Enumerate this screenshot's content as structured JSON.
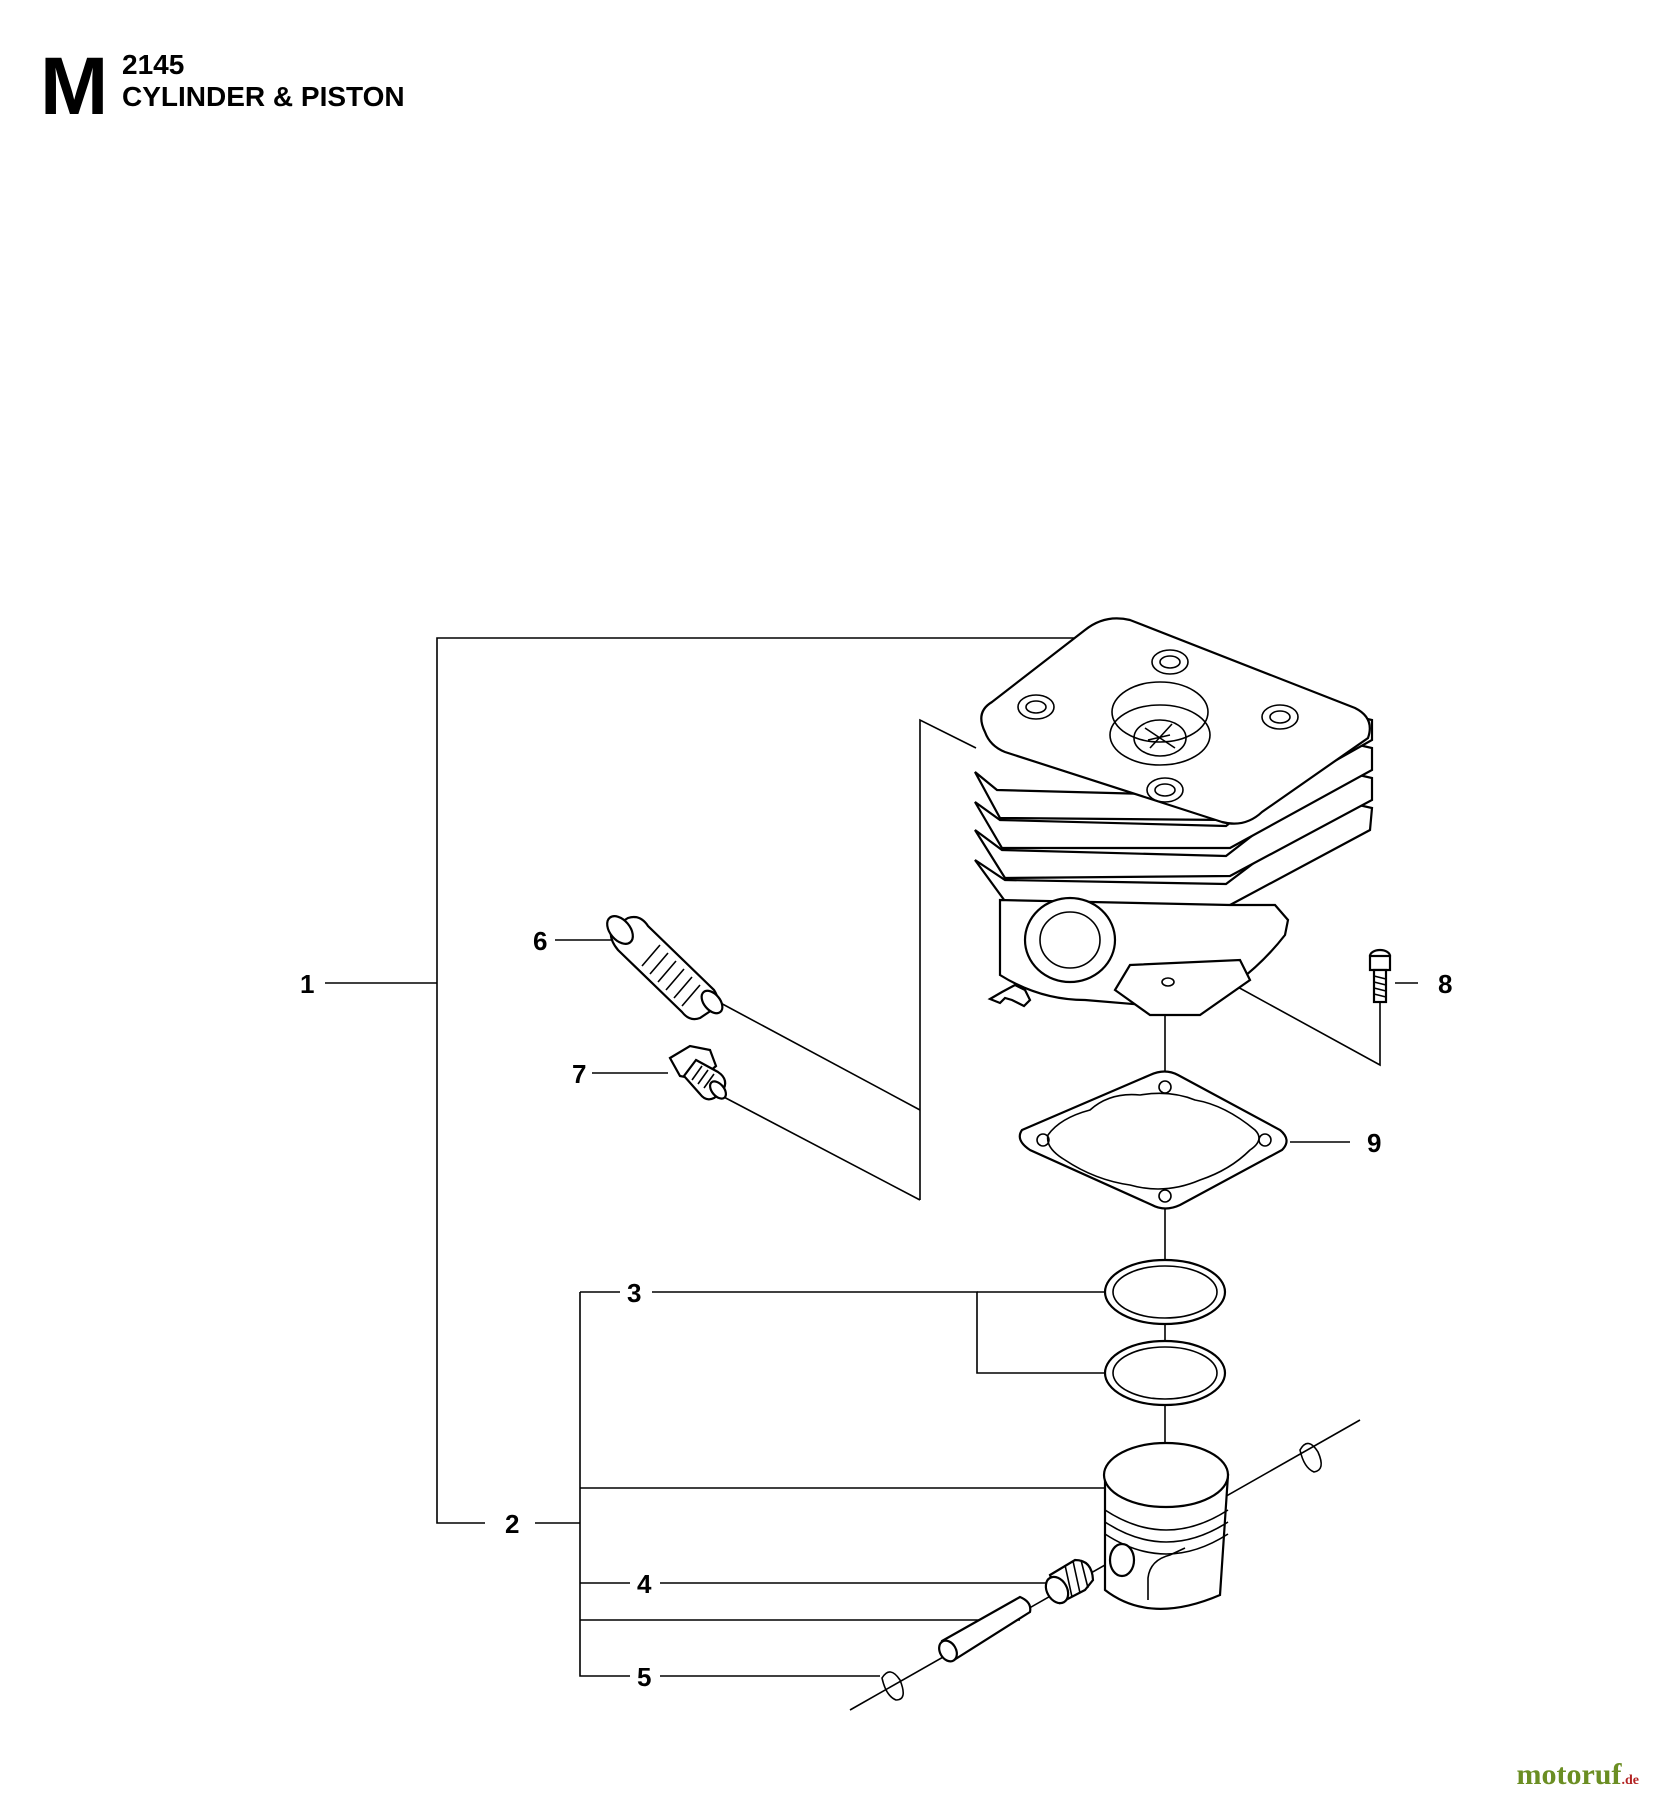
{
  "header": {
    "section_letter": "M",
    "model": "2145",
    "title": "CYLINDER & PISTON"
  },
  "callouts": {
    "c1": "1",
    "c2": "2",
    "c3": "3",
    "c4": "4",
    "c5": "5",
    "c6": "6",
    "c7": "7",
    "c8": "8",
    "c9": "9"
  },
  "watermark": {
    "main": "motoruf",
    "tld": ".de"
  }
}
